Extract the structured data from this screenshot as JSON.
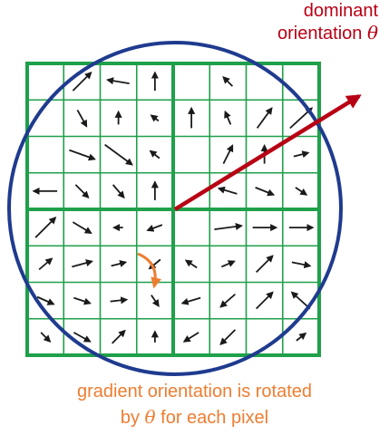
{
  "colors": {
    "grid": "#1fa04a",
    "circle": "#1f3b8f",
    "dominant_arrow": "#b80014",
    "gradient_arrow": "#1a1a1a",
    "rotation_arrow": "#ed7d31",
    "title_text": "#b80014",
    "caption_text": "#ed7d31"
  },
  "labels": {
    "dominant_line1": "dominant",
    "dominant_line2": "orientation",
    "theta": "θ",
    "caption_line1": "gradient orientation is rotated",
    "caption_line2_prefix": "by",
    "caption_line2_suffix": "for each pixel"
  },
  "gradient_arrows": [
    [
      0,
      0,
      0,
      0
    ],
    [
      1,
      1,
      20,
      -20
    ],
    [
      2,
      2,
      -24,
      -4
    ],
    [
      3,
      3,
      0,
      -20
    ],
    [
      4,
      4,
      0,
      0
    ],
    [
      5,
      5,
      -10,
      -10
    ],
    [
      6,
      6,
      0,
      0
    ],
    [
      7,
      7,
      0,
      0
    ],
    [
      0,
      0,
      0,
      0
    ],
    [
      1,
      1,
      10,
      18
    ],
    [
      2,
      2,
      0,
      -14
    ],
    [
      3,
      3,
      -8,
      -6
    ],
    [
      4,
      4,
      0,
      -22
    ],
    [
      5,
      5,
      -6,
      -14
    ],
    [
      6,
      6,
      16,
      -22
    ],
    [
      7,
      7,
      24,
      -22
    ],
    [
      0,
      0,
      0,
      0
    ],
    [
      1,
      1,
      28,
      10
    ],
    [
      2,
      2,
      30,
      22
    ],
    [
      3,
      3,
      -10,
      -8
    ],
    [
      4,
      4,
      0,
      0
    ],
    [
      5,
      5,
      10,
      -20
    ],
    [
      6,
      6,
      0,
      -20
    ],
    [
      7,
      7,
      16,
      -4
    ],
    [
      0,
      0,
      -26,
      0
    ],
    [
      1,
      1,
      14,
      14
    ],
    [
      2,
      2,
      12,
      14
    ],
    [
      3,
      3,
      0,
      -20
    ],
    [
      4,
      4,
      0,
      0
    ],
    [
      5,
      5,
      -20,
      -6
    ],
    [
      6,
      6,
      20,
      8
    ],
    [
      7,
      7,
      12,
      8
    ],
    [
      0,
      0,
      22,
      -22
    ],
    [
      1,
      1,
      20,
      12
    ],
    [
      2,
      2,
      -10,
      0
    ],
    [
      3,
      3,
      -16,
      6
    ],
    [
      4,
      4,
      0,
      0
    ],
    [
      5,
      5,
      30,
      -4
    ],
    [
      6,
      6,
      26,
      0
    ],
    [
      7,
      7,
      26,
      0
    ],
    [
      0,
      0,
      14,
      -12
    ],
    [
      1,
      1,
      22,
      -6
    ],
    [
      2,
      2,
      16,
      -4
    ],
    [
      3,
      3,
      -12,
      10
    ],
    [
      4,
      4,
      -12,
      -8
    ],
    [
      5,
      5,
      14,
      -6
    ],
    [
      6,
      6,
      18,
      -18
    ],
    [
      7,
      7,
      20,
      4
    ],
    [
      0,
      0,
      18,
      8
    ],
    [
      1,
      1,
      18,
      6
    ],
    [
      2,
      2,
      18,
      -2
    ],
    [
      3,
      3,
      8,
      12
    ],
    [
      4,
      4,
      -20,
      6
    ],
    [
      5,
      5,
      -16,
      14
    ],
    [
      6,
      6,
      18,
      -18
    ],
    [
      7,
      7,
      -20,
      -18
    ],
    [
      0,
      0,
      10,
      10
    ],
    [
      1,
      1,
      18,
      10
    ],
    [
      2,
      2,
      14,
      -14
    ],
    [
      3,
      3,
      0,
      -12
    ],
    [
      4,
      4,
      -16,
      10
    ],
    [
      5,
      5,
      -16,
      16
    ],
    [
      6,
      6,
      0,
      0
    ],
    [
      7,
      7,
      10,
      -8
    ]
  ]
}
